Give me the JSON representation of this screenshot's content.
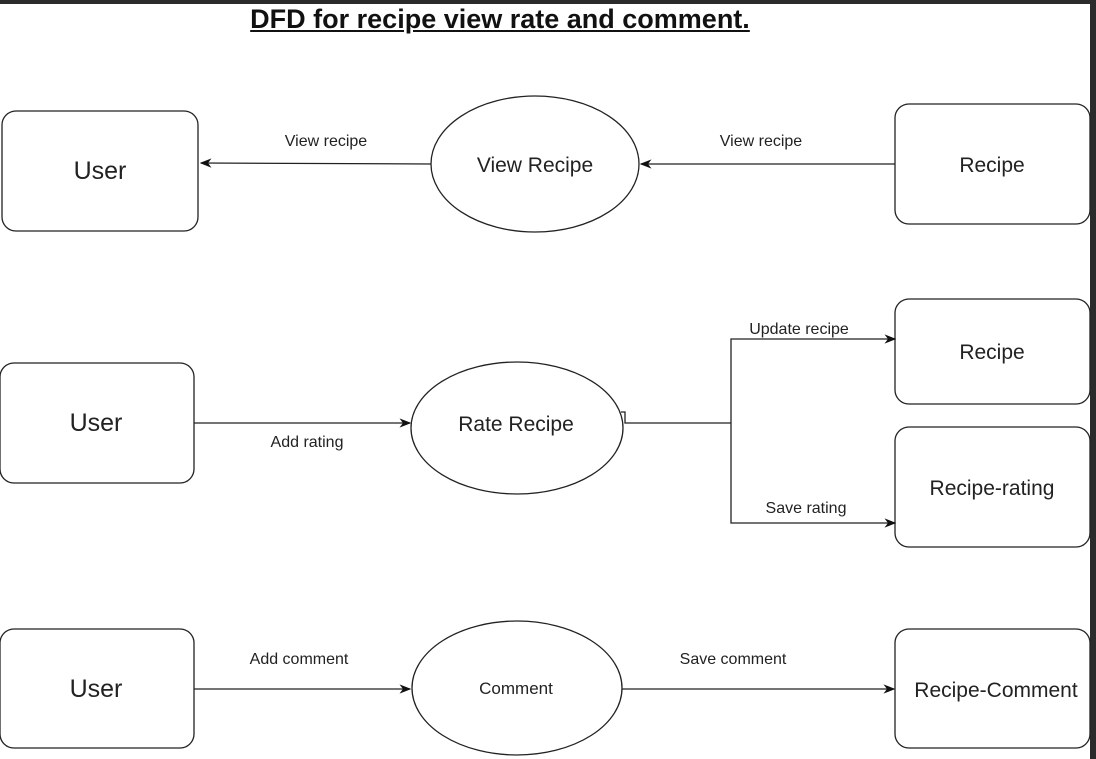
{
  "title": "DFD for recipe view rate and comment.",
  "entities": {
    "user_1": "User",
    "recipe_1": "Recipe",
    "user_2": "User",
    "recipe_2": "Recipe",
    "recipe_rating": "Recipe-rating",
    "user_3": "User",
    "recipe_comment": "Recipe-Comment"
  },
  "processes": {
    "view_recipe": "View Recipe",
    "rate_recipe": "Rate Recipe",
    "comment": "Comment"
  },
  "flows": {
    "view_recipe_out": "View recipe",
    "view_recipe_in": "View recipe",
    "add_rating": "Add rating",
    "update_recipe": "Update recipe",
    "save_rating": "Save rating",
    "add_comment": "Add comment",
    "save_comment": "Save comment"
  },
  "colors": {
    "background": "#ffffff",
    "frame": "#2b2b2b",
    "stroke": "#222222"
  }
}
